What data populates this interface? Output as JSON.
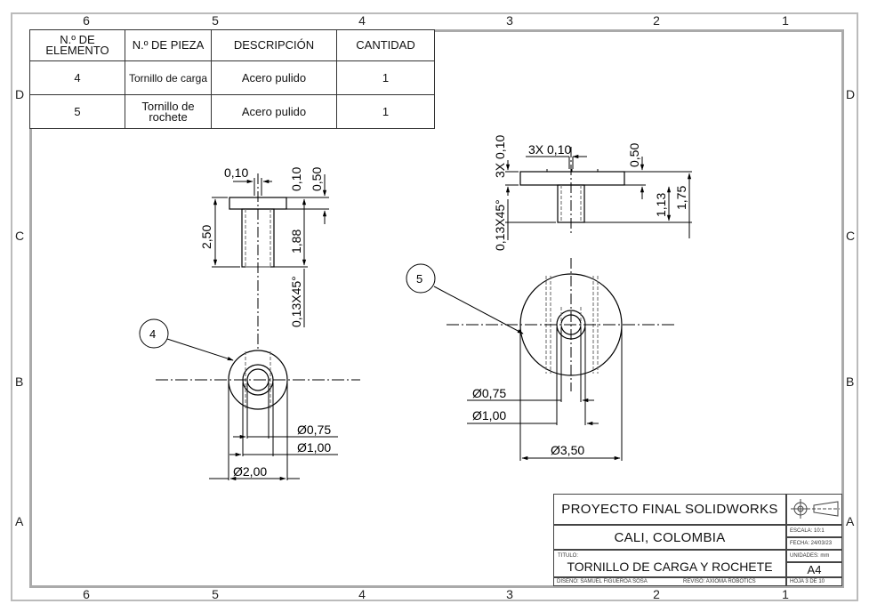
{
  "zones": {
    "columns": [
      "6",
      "5",
      "4",
      "3",
      "2",
      "1"
    ],
    "rows": [
      "D",
      "C",
      "B",
      "A"
    ]
  },
  "bom": {
    "headers": [
      "N.º DE ELEMENTO",
      "N.º DE PIEZA",
      "DESCRIPCIÓN",
      "CANTIDAD"
    ],
    "rows": [
      {
        "item": "4",
        "part": "Tornillo de carga",
        "desc": "Acero pulido",
        "qty": "1"
      },
      {
        "item": "5",
        "part": "Tornillo de rochete",
        "desc": "Acero pulido",
        "qty": "1"
      }
    ]
  },
  "part4": {
    "balloon": "4",
    "dims": {
      "top_gap": "0,10",
      "head_small": "0,10",
      "head_h": "0,50",
      "overall": "2,50",
      "shank": "1,88",
      "chamfer": "0,13X45°",
      "dia_small": "Ø0,75",
      "dia_mid": "Ø1,00",
      "dia_big": "Ø2,00"
    }
  },
  "part5": {
    "balloon": "5",
    "dims": {
      "slots": "3X 0,10",
      "slot_depth": "3X 0,10",
      "plate_h": "0,50",
      "chamfer": "0,13X45°",
      "mid_h": "1,13",
      "overall_h": "1,75",
      "dia_small": "Ø0,75",
      "dia_mid": "Ø1,00",
      "dia_big": "Ø3,50"
    }
  },
  "title_block": {
    "project": "PROYECTO FINAL SOLIDWORKS",
    "location": "CALI, COLOMBIA",
    "title_label": "TITULO:",
    "title": "TORNILLO DE CARGA Y ROCHETE",
    "drawn_by": "DISEÑO: SAMUEL FIGUEROA SOSA",
    "reviewed_by": "REVISÓ: AXIOMA ROBOTICS",
    "scale": "ESCALA: 10:1",
    "date": "FECHA: 24/03/23",
    "units": "UNIDADES: mm",
    "size": "A4",
    "sheet": "HOJA 3 DE 10"
  }
}
